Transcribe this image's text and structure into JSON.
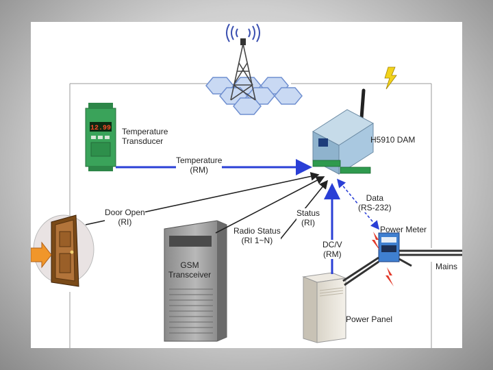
{
  "diagram": {
    "temperature_transducer": {
      "line1": "Temperature",
      "line2": "Transducer",
      "display": "12.99"
    },
    "dam": {
      "label": "H5910 DAM"
    },
    "temperature_link": {
      "line1": "Temperature",
      "line2": "(RM)"
    },
    "door_link": {
      "line1": "Door Open",
      "line2": "(RI)"
    },
    "radio_link": {
      "line1": "Radio Status",
      "line2": "(RI 1~N)"
    },
    "status_link": {
      "line1": "Status",
      "line2": "(RI)"
    },
    "data_link": {
      "line1": "Data",
      "line2": "(RS-232)"
    },
    "dcv_link": {
      "line1": "DC/V",
      "line2": "(RM)"
    },
    "gsm": {
      "line1": "GSM",
      "line2": "Transceiver"
    },
    "power_meter": {
      "label": "Power Meter"
    },
    "power_panel": {
      "label": "Power Panel"
    },
    "mains": {
      "label": "Mains"
    }
  },
  "colors": {
    "frame_line": "#999999",
    "arrow_blue": "#2a3fd6",
    "arrow_black": "#222222",
    "hex_fill": "#c9d9f3",
    "hex_stroke": "#6f8fd0",
    "device_green": "#3aa35a",
    "device_blue": "#a9c8e0",
    "lightning": "#f2d31b"
  }
}
